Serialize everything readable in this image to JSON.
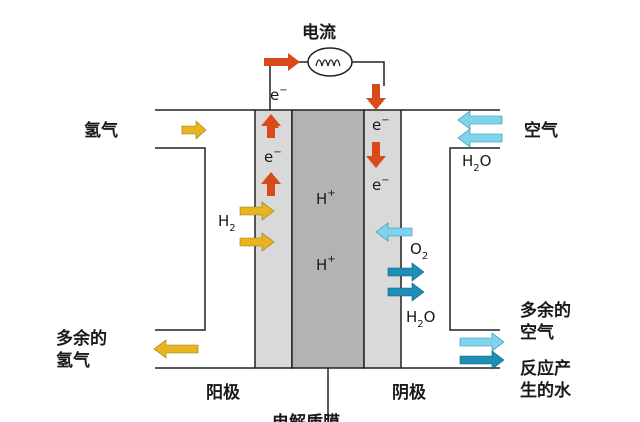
{
  "labels": {
    "current": "电流",
    "hydrogen": "氢气",
    "air": "空气",
    "excess_hydrogen_line1": "多余的",
    "excess_hydrogen_line2": "氢气",
    "excess_air_line1": "多余的",
    "excess_air_line2": "空气",
    "water_out_line1": "反应产",
    "water_out_line2": "生的水",
    "anode": "阳极",
    "cathode": "阴极",
    "membrane": "电解质膜"
  },
  "species": {
    "electron": "e",
    "electron_charge": "−",
    "proton": "H",
    "proton_charge": "+",
    "hydrogen_h": "H",
    "hydrogen_sub": "2",
    "oxygen_o": "O",
    "oxygen_sub": "2",
    "water_h": "H",
    "water_sub": "2",
    "water_o": "O"
  },
  "colors": {
    "electron_arrow": "#d94a1a",
    "hydrogen_arrow": "#e8b520",
    "air_arrow": "#7fd3ec",
    "water_arrow": "#1e8eb5",
    "electrode": "#d9d9d9",
    "membrane": "#b3b3b3",
    "line": "#222222"
  }
}
